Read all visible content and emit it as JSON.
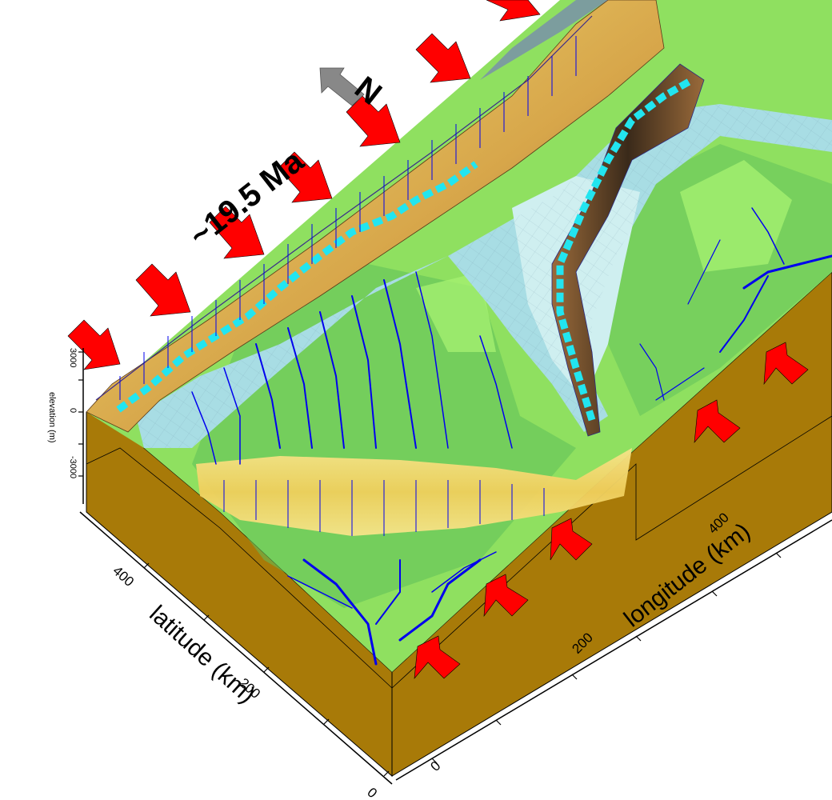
{
  "scene": {
    "age_label": "~19.5 Ma",
    "north_label": "N",
    "latitude_axis": {
      "title": "latitude (km)",
      "ticks": [
        "400",
        "200",
        "0"
      ]
    },
    "longitude_axis": {
      "title": "longitude (km)",
      "ticks": [
        "0",
        "200",
        "400"
      ]
    },
    "elevation_axis": {
      "title": "elevation (m)",
      "ticks": [
        "3000",
        "0",
        "-3000"
      ]
    },
    "arrows": {
      "compression_color": "#ff0000",
      "north_color": "#888888"
    },
    "colors": {
      "block_side": "#a87a08",
      "lowland_green": "#8fe060",
      "dark_green": "#5fbf5a",
      "basin_blue": "#a8dde4",
      "pale_blue": "#cfeff0",
      "ridge_yellow": "#f2d86a",
      "ridge_brown": "#9a6a3a",
      "river": "#0000ee",
      "coastline": "#22e5f0"
    }
  }
}
